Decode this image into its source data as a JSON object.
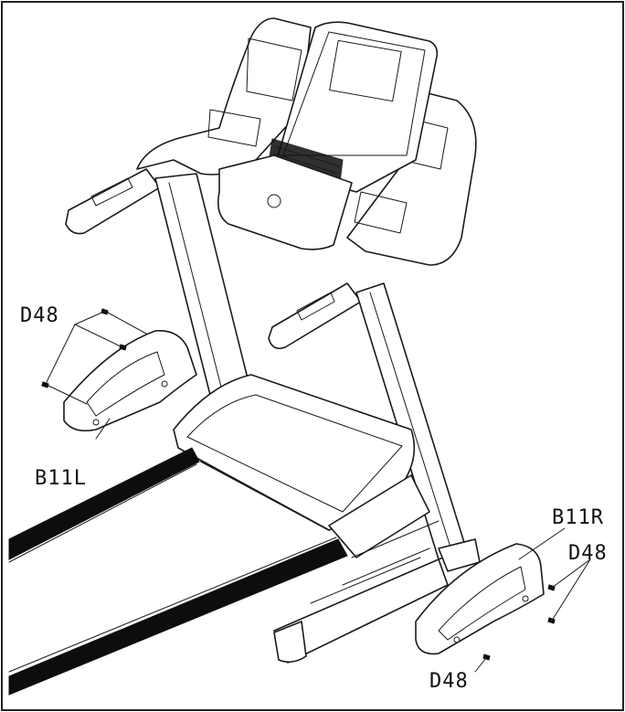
{
  "labels": {
    "d48_left": "D48",
    "b11l": "B11L",
    "b11r": "B11R",
    "d48_right": "D48",
    "d48_bottom": "D48"
  }
}
